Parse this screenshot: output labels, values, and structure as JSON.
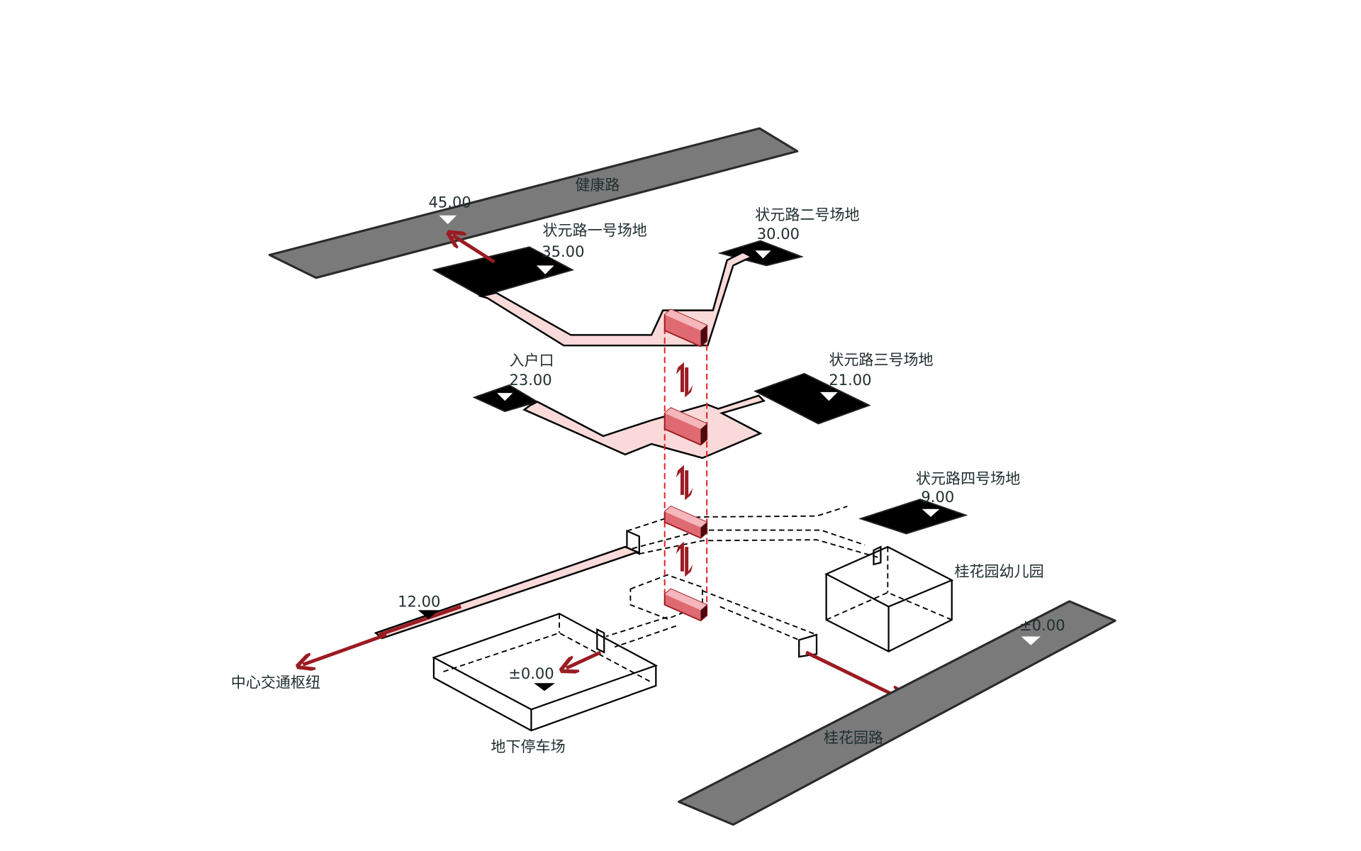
{
  "roads": {
    "top": "健康路",
    "bottom": "桂花园路"
  },
  "sites": [
    {
      "name": "状元路一号场地",
      "elevation": "35.00"
    },
    {
      "name": "状元路二号场地",
      "elevation": "30.00"
    },
    {
      "name": "入户口",
      "elevation": "23.00"
    },
    {
      "name": "状元路三号场地",
      "elevation": "21.00"
    },
    {
      "name": "状元路四号场地",
      "elevation": "9.00"
    }
  ],
  "elevations": {
    "top_road": "45.00",
    "hub_link": "12.00",
    "parking": "±0.00",
    "bottom_road": "±0.00"
  },
  "destinations": {
    "hub": "中心交通枢纽",
    "parking": "地下停车场",
    "kindergarten": "桂花园幼儿园"
  },
  "colors": {
    "accent": "#9b1b22",
    "elevator": "#e06a72",
    "path_fill": "#f9d9d9",
    "road": "#7a7a7a"
  }
}
